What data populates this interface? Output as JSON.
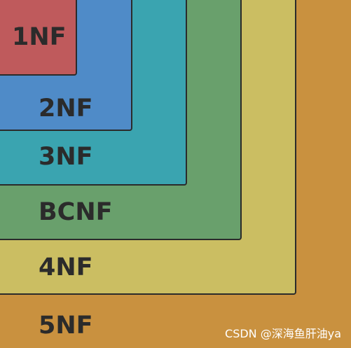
{
  "diagram": {
    "layers": [
      {
        "id": "5nf",
        "label": "5NF",
        "color": "#c9913f"
      },
      {
        "id": "4nf",
        "label": "4NF",
        "color": "#cbbe62"
      },
      {
        "id": "bcnf",
        "label": "BCNF",
        "color": "#69a06c"
      },
      {
        "id": "3nf",
        "label": "3NF",
        "color": "#3aa4b0"
      },
      {
        "id": "2nf",
        "label": "2NF",
        "color": "#4f8bc8"
      },
      {
        "id": "1nf",
        "label": "1NF",
        "color": "#bf5a5c"
      }
    ]
  },
  "watermark": "CSDN @深海鱼肝油ya"
}
